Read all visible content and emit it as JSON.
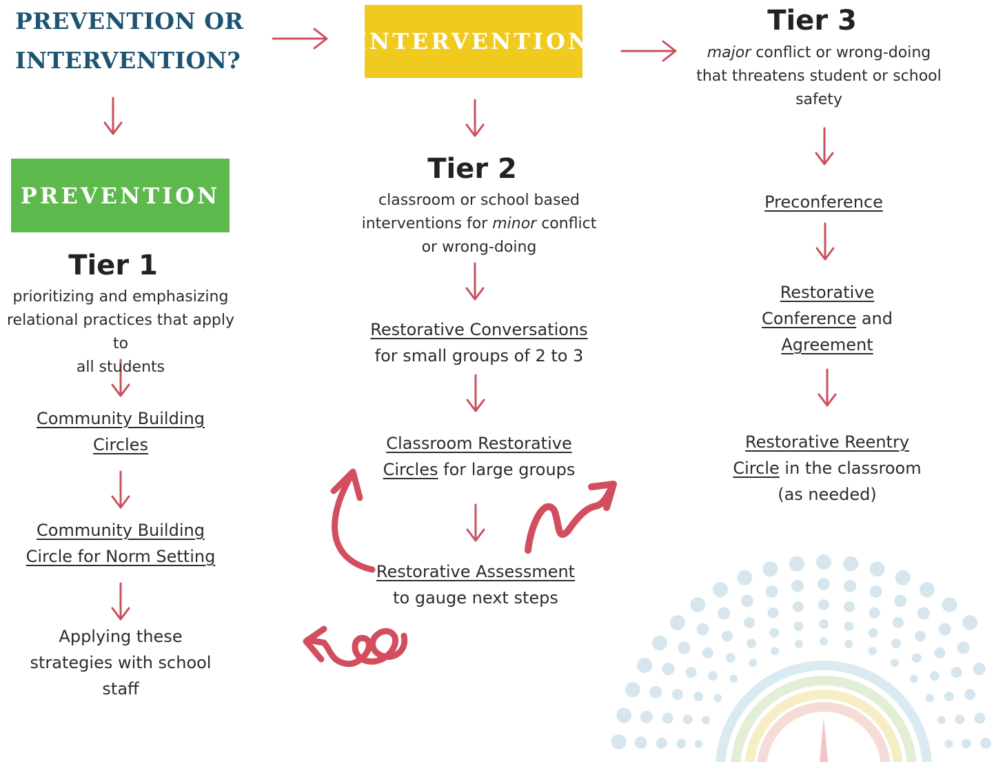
{
  "heading": {
    "line1": "PREVENTION OR",
    "line2": "INTERVENTION?"
  },
  "boxes": {
    "prevention": "PREVENTION",
    "intervention": "INTERVENTION"
  },
  "tier1": {
    "title": "Tier 1",
    "desc_l1": "prioritizing and emphasizing",
    "desc_l2": "relational practices that apply to",
    "desc_l3": "all students",
    "step1_l1": "Community Building",
    "step1_l2": "Circles",
    "step2_l1": "Community Building",
    "step2_l2": "Circle for Norm Setting",
    "step3_l1": "Applying these",
    "step3_l2": "strategies with school",
    "step3_l3": "staff"
  },
  "tier2": {
    "title": "Tier 2",
    "desc_l1": "classroom or school based",
    "desc_l2_a": "interventions for ",
    "desc_l2_b": "minor",
    "desc_l2_c": " conflict",
    "desc_l3": "or wrong-doing",
    "step1_title": "Restorative Conversations",
    "step1_sub": "for small groups of 2 to 3",
    "step2_title": "Classroom Restorative",
    "step2_l2_a": "Circles",
    "step2_l2_b": " for large groups",
    "step3_title": "Restorative Assessment",
    "step3_sub": "to gauge next steps"
  },
  "tier3": {
    "title": "Tier 3",
    "desc_l1_a": "major",
    "desc_l1_b": " conflict or wrong-doing",
    "desc_l2": "that threatens student or school",
    "desc_l3": "safety",
    "step1": "Preconference",
    "step2_l1": "Restorative",
    "step2_l2_a": "Conference",
    "step2_l2_b": " and",
    "step2_l3": "Agreement",
    "step3_l1": "Restorative Reentry",
    "step3_l2_a": "Circle",
    "step3_l2_b": " in the classroom",
    "step3_l3": "(as needed)"
  },
  "colors": {
    "heading": "#1d5472",
    "prevention_box": "#5db94b",
    "intervention_box": "#f1ca1f",
    "arrow": "#c9505e",
    "dots": "#c9dee8"
  }
}
